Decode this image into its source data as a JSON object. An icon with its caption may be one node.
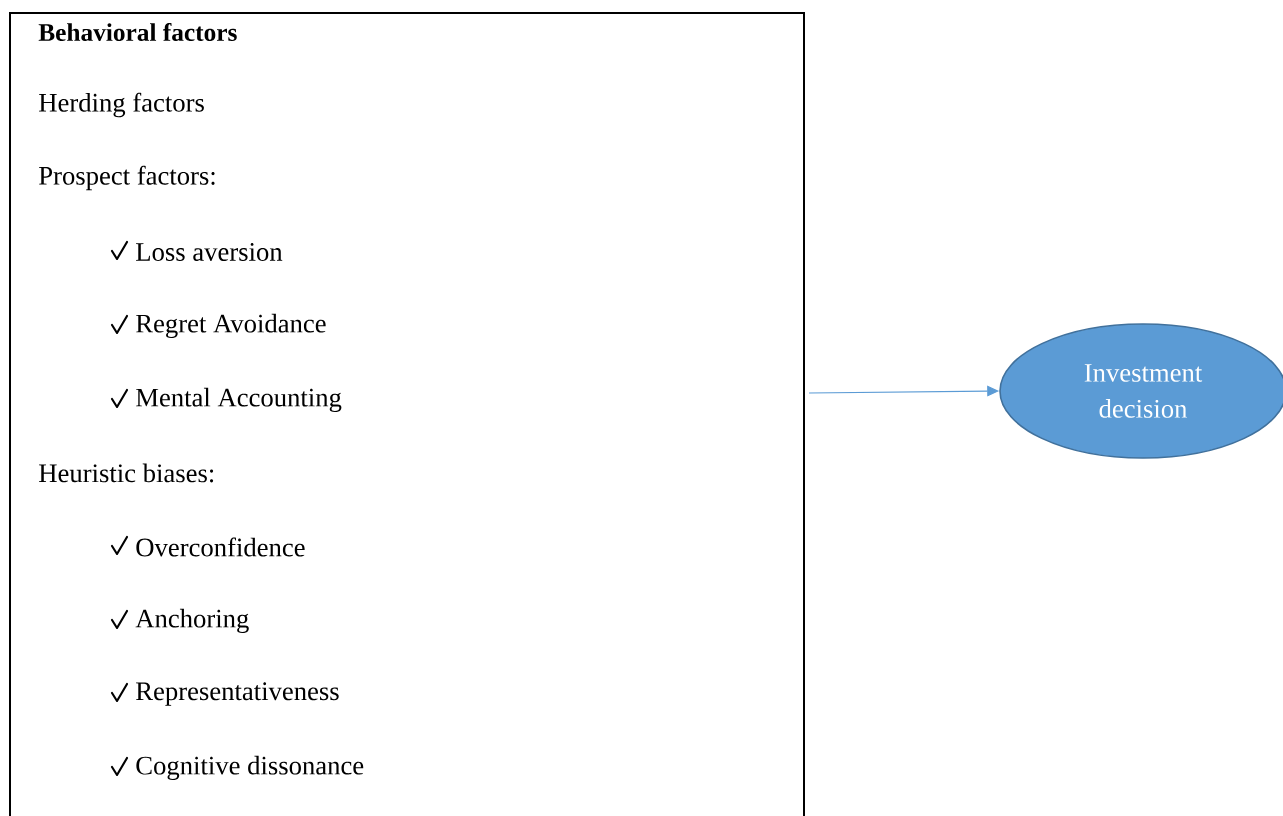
{
  "diagram": {
    "nodes": [
      {
        "text": [
          "Behavioral factors",
          "Herding factors",
          "Prospect factors:",
          "Loss aversion",
          "Regret Avoidance",
          "Mental Accounting",
          "Heuristic biases:",
          "Overconfidence",
          "Anchoring",
          "Representativeness",
          "Cognitive dissonance"
        ]
      },
      {
        "text": [
          "Investment decision"
        ]
      }
    ],
    "edges": [
      {
        "from": 0,
        "to": 1,
        "arrow": "to"
      }
    ]
  }
}
